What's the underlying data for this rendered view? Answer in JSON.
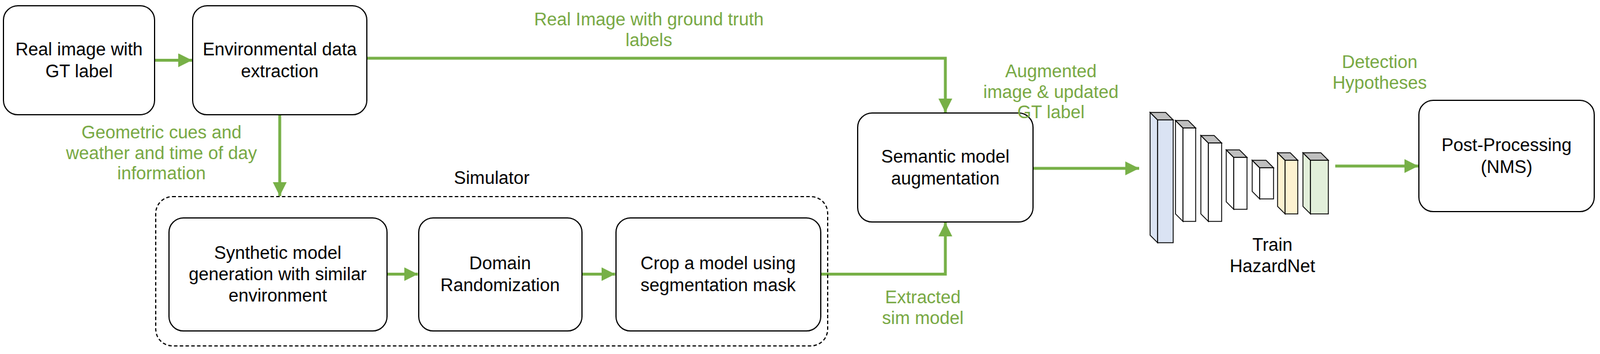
{
  "diagram": {
    "nodes": [
      {
        "text": [
          "Real image with GT label"
        ]
      },
      {
        "text": [
          "Environmental data extraction"
        ]
      },
      {
        "text": [
          "Simulator"
        ]
      },
      {
        "text": [
          "Synthetic model generation with similar environment"
        ],
        "in": 2
      },
      {
        "text": [
          "Domain Randomization"
        ],
        "in": 2
      },
      {
        "text": [
          "Crop a model using segmentation mask"
        ],
        "in": 2
      },
      {
        "text": [
          "Semantic model augmentation"
        ]
      },
      {
        "text": [
          "Train HazardNet"
        ]
      },
      {
        "text": [
          "Post-Processing (NMS)"
        ]
      }
    ],
    "edges": [
      {
        "from": 0,
        "to": 1,
        "arrow": "to"
      },
      {
        "from": 1,
        "to": 6,
        "arrow": "to",
        "label": "Real Image with ground truth labels"
      },
      {
        "from": 1,
        "to": 2,
        "arrow": "to",
        "label": "Geometric cues and weather and time of day information"
      },
      {
        "from": 3,
        "to": 4,
        "arrow": "to"
      },
      {
        "from": 4,
        "to": 5,
        "arrow": "to"
      },
      {
        "from": 5,
        "to": 6,
        "arrow": "to",
        "label": "Extracted sim model"
      },
      {
        "from": 6,
        "to": 7,
        "arrow": "to",
        "label": "Augmented image & updated GT label"
      },
      {
        "from": 7,
        "to": 8,
        "arrow": "to",
        "label": "Detection Hypotheses"
      }
    ]
  }
}
